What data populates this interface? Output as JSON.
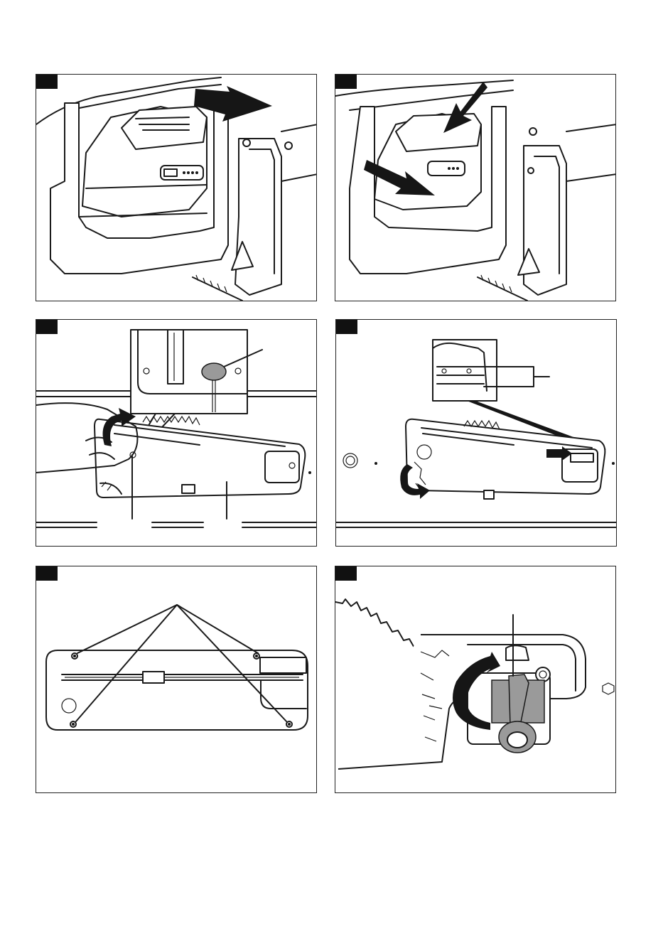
{
  "page": {
    "background": "#ffffff",
    "line_color": "#1a1a1a",
    "tag_color": "#111111"
  },
  "figures": [
    {
      "subject": "battery-insertion",
      "arrows": 1
    },
    {
      "subject": "battery-removal",
      "arrows": 2
    },
    {
      "subject": "throat-plate-removal-with-finger-hole"
    },
    {
      "subject": "throat-plate-installation-tabs"
    },
    {
      "subject": "throat-plate-leveling-screws",
      "screws": 4
    },
    {
      "subject": "blade-arbor-nut-wrench"
    }
  ]
}
